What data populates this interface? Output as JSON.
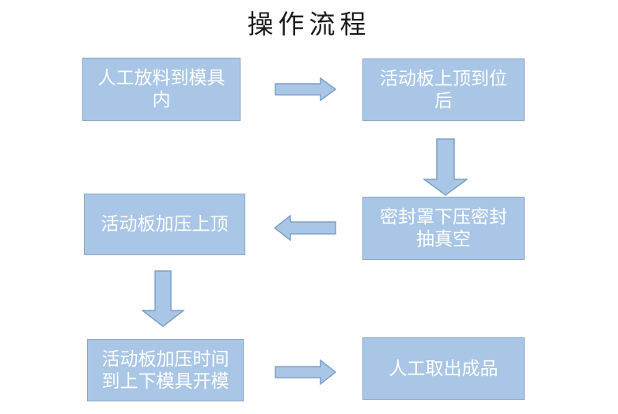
{
  "title": "操作流程",
  "colors": {
    "title_color": "#1a1a1a",
    "box_fill": "#a9c6e6",
    "box_border": "#8ba7c6",
    "box_text": "#ffffff",
    "arrow_fill": "#a9c6e6",
    "arrow_border": "#7d9fc6"
  },
  "flowchart": {
    "nodes": [
      {
        "id": "step-1",
        "text": "人工放料到模具\n内"
      },
      {
        "id": "step-2",
        "text": "活动板上顶到位\n后"
      },
      {
        "id": "step-3",
        "text": "密封罩下压密封\n抽真空"
      },
      {
        "id": "step-4",
        "text": "活动板加压上顶"
      },
      {
        "id": "step-5",
        "text": "活动板加压时间\n到上下模具开模"
      },
      {
        "id": "step-6",
        "text": "人工取出成品"
      }
    ],
    "edges": [
      {
        "from": "step-1",
        "to": "step-2",
        "direction": "right"
      },
      {
        "from": "step-2",
        "to": "step-3",
        "direction": "down"
      },
      {
        "from": "step-3",
        "to": "step-4",
        "direction": "left"
      },
      {
        "from": "step-4",
        "to": "step-5",
        "direction": "down"
      },
      {
        "from": "step-5",
        "to": "step-6",
        "direction": "right"
      }
    ]
  }
}
